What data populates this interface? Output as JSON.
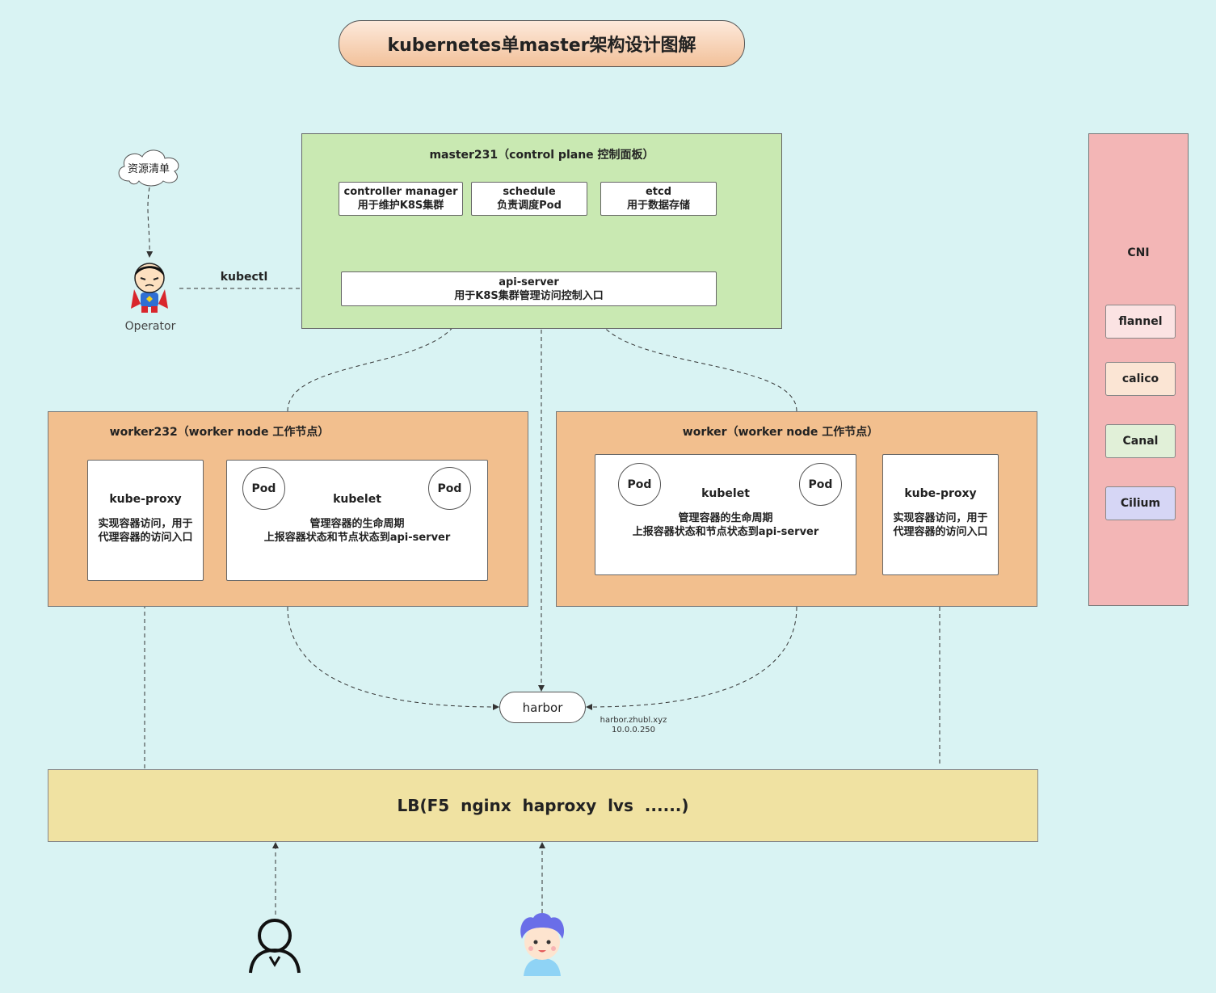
{
  "title": "kubernetes单master架构设计图解",
  "cloud": "资源清单",
  "operator": {
    "label": "Operator",
    "kubectl": "kubectl"
  },
  "master": {
    "header": "master231（control plane 控制面板）",
    "controller_manager": {
      "name": "controller manager",
      "desc": "用于维护K8S集群"
    },
    "schedule": {
      "name": "schedule",
      "desc": "负责调度Pod"
    },
    "etcd": {
      "name": "etcd",
      "desc": "用于数据存储"
    },
    "api_server": {
      "name": "api-server",
      "desc": "用于K8S集群管理访问控制入口"
    }
  },
  "worker_left": {
    "header": "worker232（worker node 工作节点）",
    "kube_proxy": {
      "name": "kube-proxy",
      "desc1": "实现容器访问，用于",
      "desc2": "代理容器的访问入口"
    },
    "kubelet": {
      "name": "kubelet",
      "desc1": "管理容器的生命周期",
      "desc2": "上报容器状态和节点状态到api-server"
    },
    "pod1": "Pod",
    "pod2": "Pod"
  },
  "worker_right": {
    "header": "worker（worker node 工作节点）",
    "kube_proxy": {
      "name": "kube-proxy",
      "desc1": "实现容器访问，用于",
      "desc2": "代理容器的访问入口"
    },
    "kubelet": {
      "name": "kubelet",
      "desc1": "管理容器的生命周期",
      "desc2": "上报容器状态和节点状态到api-server"
    },
    "pod1": "Pod",
    "pod2": "Pod"
  },
  "harbor": {
    "label": "harbor",
    "host": "harbor.zhubl.xyz",
    "ip": "10.0.0.250"
  },
  "cni": {
    "label": "CNI",
    "items": [
      {
        "name": "flannel",
        "color": "#fbe3e3"
      },
      {
        "name": "calico",
        "color": "#fbe5d4"
      },
      {
        "name": "Canal",
        "color": "#e1f0d8"
      },
      {
        "name": "Cilium",
        "color": "#d6d6f5"
      }
    ]
  },
  "lb": "LB(F5  nginx  haproxy  lvs  ......)"
}
